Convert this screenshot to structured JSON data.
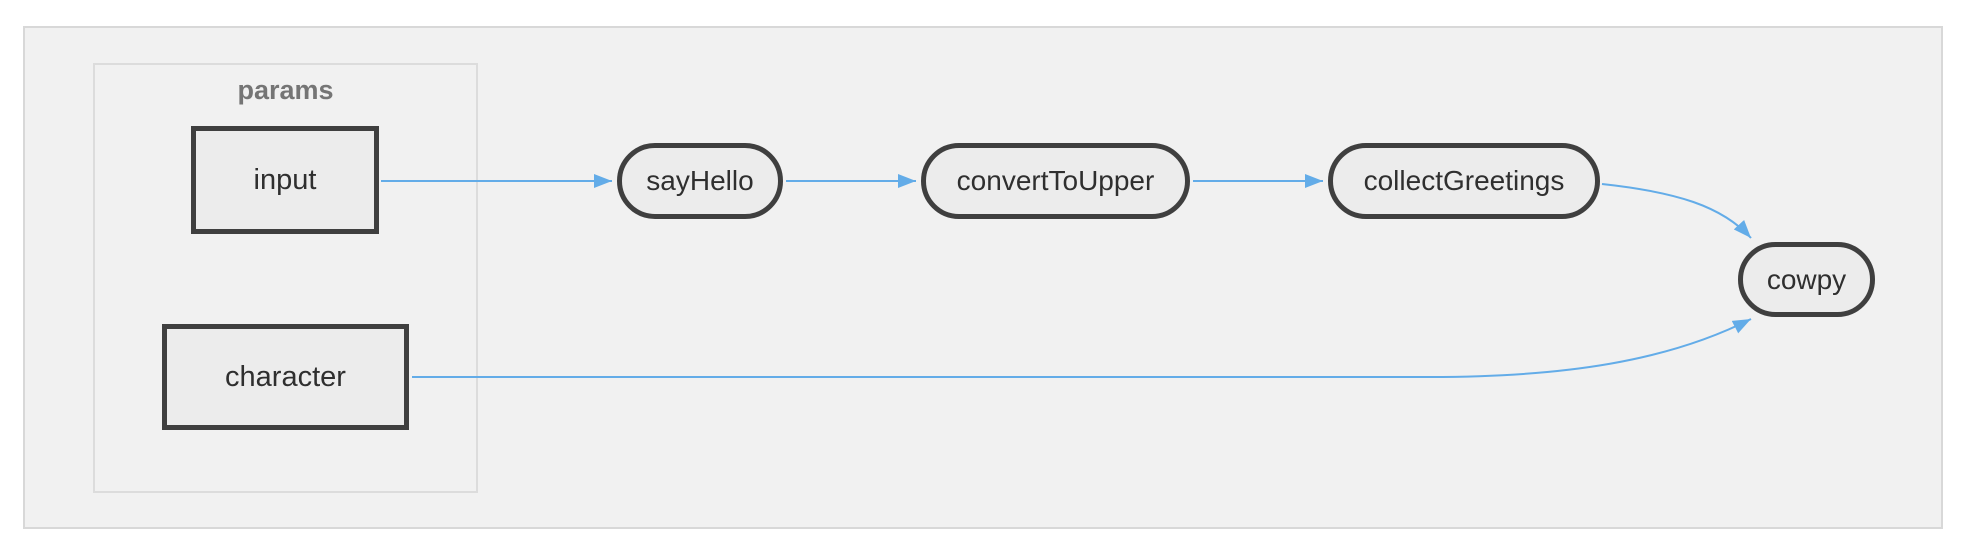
{
  "diagram": {
    "group": {
      "label": "params"
    },
    "nodes": [
      {
        "id": "input",
        "label": "input",
        "shape": "rect",
        "group": "params"
      },
      {
        "id": "character",
        "label": "character",
        "shape": "rect",
        "group": "params"
      },
      {
        "id": "sayHello",
        "label": "sayHello",
        "shape": "pill"
      },
      {
        "id": "convertToUpper",
        "label": "convertToUpper",
        "shape": "pill"
      },
      {
        "id": "collectGreetings",
        "label": "collectGreetings",
        "shape": "pill"
      },
      {
        "id": "cowpy",
        "label": "cowpy",
        "shape": "pill"
      }
    ],
    "edges": [
      {
        "from": "input",
        "to": "sayHello"
      },
      {
        "from": "sayHello",
        "to": "convertToUpper"
      },
      {
        "from": "convertToUpper",
        "to": "collectGreetings"
      },
      {
        "from": "collectGreetings",
        "to": "cowpy"
      },
      {
        "from": "character",
        "to": "cowpy"
      }
    ],
    "colors": {
      "edge": "#63ace8",
      "node_border": "#3f3f3f",
      "node_fill": "#ececec",
      "node_text": "#2f2f2f",
      "canvas_fill": "#f1f1f1",
      "canvas_border": "#d8d8d8",
      "group_border": "#dcdcdc",
      "group_label": "#757575"
    }
  }
}
